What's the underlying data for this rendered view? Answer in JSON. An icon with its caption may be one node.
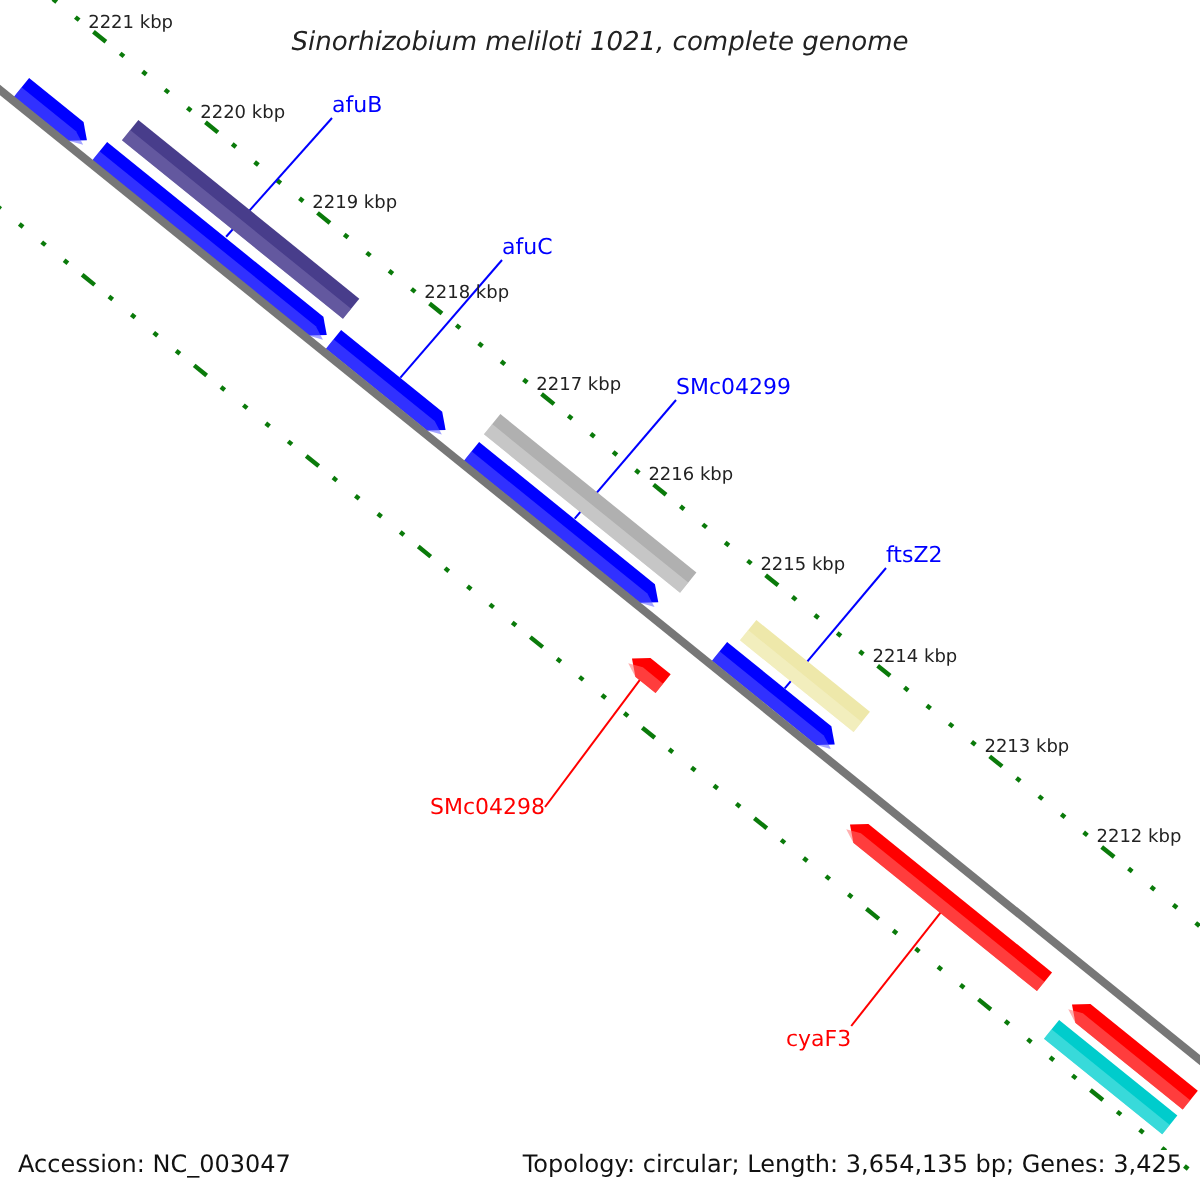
{
  "diagram": {
    "title": "Sinorhizobium meliloti 1021, complete genome",
    "nodes": [
      {
        "text": [
          "afuB"
        ]
      },
      {
        "text": [
          "afuC"
        ]
      },
      {
        "text": [
          "SMc04299"
        ]
      },
      {
        "text": [
          "ftsZ2"
        ]
      },
      {
        "text": [
          "SMc04298"
        ]
      },
      {
        "text": [
          "cyaF3"
        ]
      },
      {
        "text": [],
        "shape": "bar"
      },
      {
        "text": [],
        "shape": "bar"
      },
      {
        "text": [],
        "shape": "bar"
      },
      {
        "text": [],
        "shape": "bar"
      },
      {
        "text": [],
        "shape": "bar"
      },
      {
        "text": [],
        "shape": "bar"
      },
      {
        "text": [],
        "shape": "bar"
      },
      {
        "text": [],
        "shape": "bar"
      },
      {
        "text": [],
        "shape": "bar"
      },
      {
        "text": [],
        "shape": "bar"
      },
      {
        "text": [],
        "shape": "bar"
      },
      {
        "text": [],
        "shape": "bar"
      }
    ],
    "edges": [
      {
        "from": 0,
        "to": 10,
        "arrow": "none"
      },
      {
        "from": 1,
        "to": 11,
        "arrow": "none"
      },
      {
        "from": 2,
        "to": 12,
        "arrow": "none"
      },
      {
        "from": 3,
        "to": 13,
        "arrow": "none"
      },
      {
        "from": 4,
        "to": 14,
        "arrow": "none",
        "color": "#ff0000"
      },
      {
        "from": 5,
        "to": 15,
        "arrow": "none",
        "color": "#ff0000"
      }
    ],
    "labels": [
      "2221 kbp",
      "2220 kbp",
      "2219 kbp",
      "2218 kbp",
      "2217 kbp",
      "2216 kbp",
      "2215 kbp",
      "2214 kbp",
      "2213 kbp",
      "2212 kbp",
      "Accession: NC_003047",
      "Topology: circular; Length: 3,654,135 bp; Genes: 3,425"
    ]
  }
}
